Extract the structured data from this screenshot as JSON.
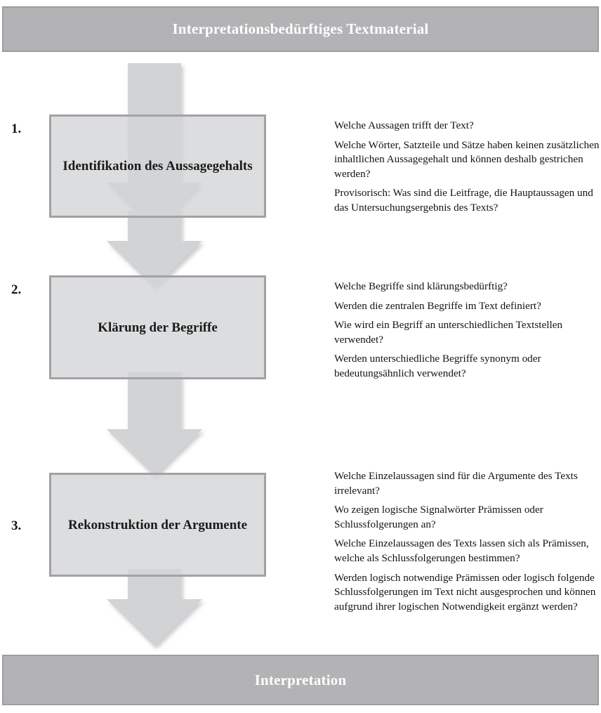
{
  "diagram": {
    "title_banner": "Interpretationsbedürftiges Textmaterial",
    "footer_banner": "Interpretation",
    "colors": {
      "banner_fill": "#b3b3b5",
      "banner_border": "#9d9da0",
      "banner_text": "#ffffff",
      "box_fill": "#d3d4d6",
      "box_border": "#a2a2a4",
      "arrow_fill": "#d2d3d5",
      "page_background": "#ffffff",
      "text": "#141414"
    },
    "steps": [
      {
        "number": "1.",
        "label": "Identifikation des Aussagegehalts",
        "questions": [
          "Welche Aussagen trifft der Text?",
          "Welche Wörter, Satzteile und Sätze haben keinen zusätzlichen inhaltlichen Aussagegehalt und können deshalb gestrichen werden?",
          "Provisorisch: Was sind die Leitfrage, die Hauptaussagen und das Untersuchungsergebnis des Texts?"
        ]
      },
      {
        "number": "2.",
        "label": "Klärung der Begriffe",
        "questions": [
          "Welche Begriffe sind klärungsbedürftig?",
          "Werden die zentralen Begriffe im Text definiert?",
          "Wie wird ein Begriff an unterschiedlichen Textstellen verwendet?",
          "Werden unterschiedliche Begriffe synonym oder bedeutungsähnlich verwendet?"
        ]
      },
      {
        "number": "3.",
        "label": "Rekonstruktion der Argumente",
        "questions": [
          "Welche Einzelaussagen sind für die Argumente des Texts irrelevant?",
          "Wo zeigen logische Signalwörter Prämissen oder Schlussfolgerungen an?",
          "Welche Einzelaussagen des Texts lassen sich als Prämissen, welche als Schlussfolgerungen bestimmen?",
          "Werden logisch notwendige Prämissen oder logisch folgende Schlussfolgerungen im Text nicht ausgesprochen und können aufgrund ihrer logischen Notwendigkeit ergänzt werden?"
        ]
      }
    ],
    "arrows": [
      {
        "name": "arrow-top-to-step1"
      },
      {
        "name": "arrow-step1-to-step2"
      },
      {
        "name": "arrow-step2-to-step3"
      },
      {
        "name": "arrow-step3-to-footer"
      }
    ]
  }
}
